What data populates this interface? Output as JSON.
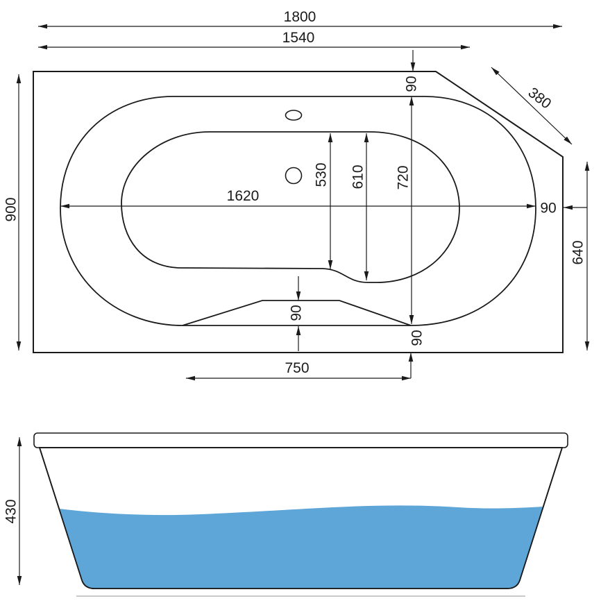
{
  "drawing": {
    "title": "bathtub-dimension-drawing",
    "colors": {
      "deck": "#e9e9e9",
      "rim": "#d4d4d4",
      "basin": "#c5c5c5",
      "water": "#5fa6d8",
      "line": "#1a1a1a",
      "shadow": "#c9c9c9"
    },
    "top_view": {
      "dims": {
        "overall_length": "1800",
        "length_to_chamfer": "1540",
        "overall_width": "900",
        "chamfer_width": "380",
        "rim_width_top": "90",
        "basin_length": "1620",
        "basin_width_left": "530",
        "basin_width_mid": "610",
        "basin_width_right": "720",
        "rim_width_right": "90",
        "right_edge_length": "640",
        "step_depth": "90",
        "rim_width_bottom": "90",
        "step_length": "750"
      }
    },
    "side_view": {
      "dims": {
        "height": "430"
      }
    }
  }
}
